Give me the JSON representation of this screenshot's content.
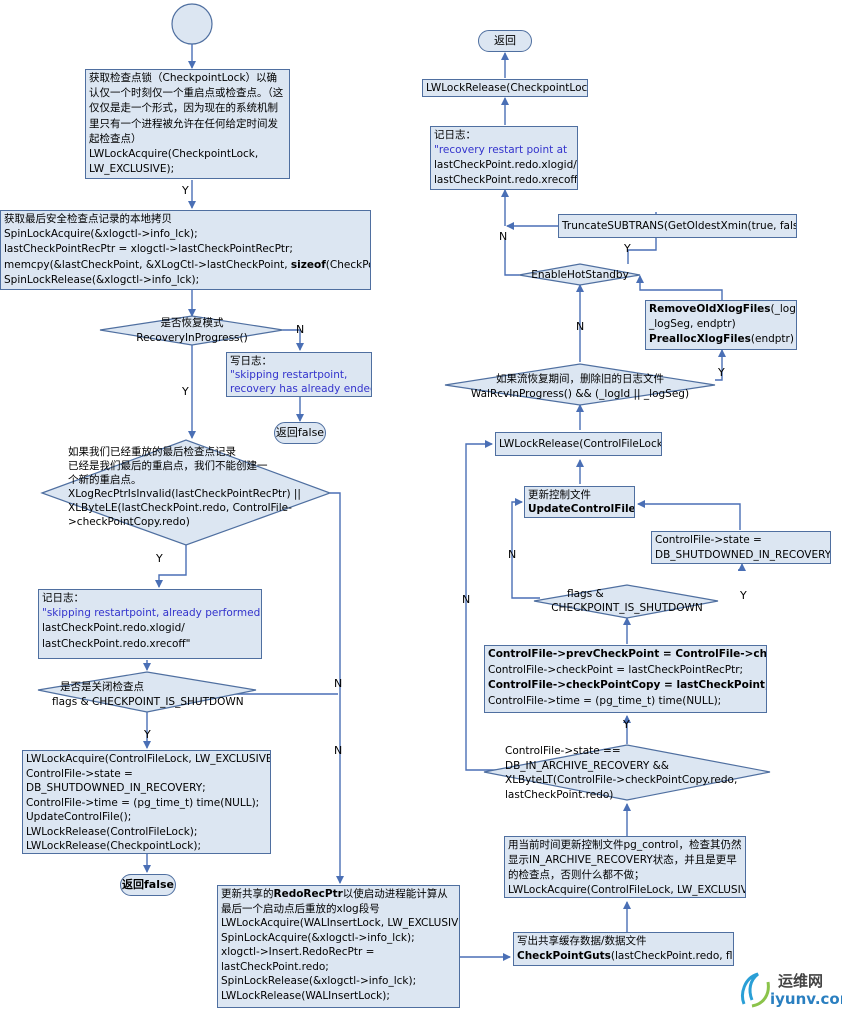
{
  "left": {
    "b1": [
      "获取检查点锁（CheckpointLock）以确认仅一个时刻仅一个重启点或检查点。（这仅仅是走一个形式，因为现在的系统机制里只有一个进程被允许在任何给定时间发起检查点）",
      "LWLockAcquire(CheckpointLock,",
      "LW_EXCLUSIVE);"
    ],
    "b2": [
      "获取最后安全检查点记录的本地拷贝",
      "SpinLockAcquire(&xlogctl->info_lck);",
      "lastCheckPointRecPtr = xlogctl->lastCheckPointRecPtr;",
      "memcpy(&lastCheckPoint, &XLogCtl->lastCheckPoint, ",
      "sizeof",
      "(CheckPoint));",
      "SpinLockRelease(&xlogctl->info_lck);"
    ],
    "d1": [
      "是否恢复模式",
      "RecoveryInProgress()"
    ],
    "log1": [
      "写日志：",
      "\"skipping restartpoint,",
      "recovery has already ended\""
    ],
    "ret1": "返回false",
    "d2": [
      "如果我们已经重放的最后检查点记录",
      "已经是我们最后的重启点，我们不能创建一",
      "个新的重启点。",
      "XLogRecPtrIsInvalid(lastCheckPointRecPtr) ||",
      "XLByteLE(lastCheckPoint.redo, ControlFile-",
      ">checkPointCopy.redo)"
    ],
    "log2": [
      "记日志：",
      "\"skipping restartpoint, already performed at",
      "lastCheckPoint.redo.xlogid/",
      "lastCheckPoint.redo.xrecoff\""
    ],
    "d3": [
      "是否是关闭检查点",
      "flags & CHECKPOINT_IS_SHUTDOWN"
    ],
    "b3": [
      "LWLockAcquire(ControlFileLock, LW_EXCLUSIVE);",
      "ControlFile->state =",
      "DB_SHUTDOWNED_IN_RECOVERY;",
      "ControlFile->time = (pg_time_t) time(NULL);",
      "UpdateControlFile();",
      "LWLockRelease(ControlFileLock);",
      "LWLockRelease(CheckpointLock);"
    ],
    "ret2": "返回false",
    "b4": [
      "更新共享的",
      "RedoRecPtr",
      "以使启动进程能计算从最后一个启动点后重放的xlog段号",
      "LWLockAcquire(WALInsertLock, LW_EXCLUSIVE);",
      "SpinLockAcquire(&xlogctl->info_lck);",
      "xlogctl->Insert.RedoRecPtr =",
      "lastCheckPoint.redo;",
      "SpinLockRelease(&xlogctl->info_lck);",
      "LWLockRelease(WALInsertLock);"
    ]
  },
  "right": {
    "ret": "返回",
    "b1": "LWLockRelease(CheckpointLock)",
    "log": [
      "记日志：",
      "\"recovery restart point at",
      "lastCheckPoint.redo.xlogid/",
      "lastCheckPoint.redo.xrecoff\""
    ],
    "trunc": "TruncateSUBTRANS(GetOldestXmin(true, false)",
    "d1": "EnableHotStandby",
    "rm": [
      "RemoveOldXlogFiles",
      "(_logId,",
      "_logSeg, endptr)",
      "PreallocXlogFiles",
      "(endptr)"
    ],
    "d2": [
      "如果流恢复期间，删除旧的日志文件",
      "WalRcvInProgress() && (_logId || _logSeg)"
    ],
    "rel": "LWLockRelease(ControlFileLock);",
    "upd": [
      "更新控制文件",
      "UpdateControlFile",
      "();"
    ],
    "state": [
      "ControlFile->state =",
      "DB_SHUTDOWNED_IN_RECOVERY;"
    ],
    "d3": [
      "flags &",
      "CHECKPOINT_IS_SHUTDOWN"
    ],
    "cf": [
      "ControlFile->prevCheckPoint = ControlFile->checkPoint;",
      "ControlFile->checkPoint = lastCheckPointRecPtr;",
      "ControlFile->checkPointCopy = lastCheckPoint;",
      "ControlFile->time = (pg_time_t) time(NULL);"
    ],
    "d4": [
      "ControlFile->state ==",
      "DB_IN_ARCHIVE_RECOVERY &&",
      "XLByteLT(ControlFile->checkPointCopy.redo,",
      "lastCheckPoint.redo)"
    ],
    "b5": [
      "用当前时间更新控制文件pg_control，检查其仍然显示IN_ARCHIVE_RECOVERY状态，并且是更早的检查点，否则什么都不做；",
      "LWLockAcquire(ControlFileLock, LW_EXCLUSIVE)"
    ],
    "b6": [
      "写出共享缓存数据/数据文件",
      "CheckPointGuts",
      "(lastCheckPoint.redo, flags)"
    ]
  },
  "labels": {
    "y": "Y",
    "n": "N"
  },
  "watermark": {
    "name": "运维网",
    "url": "iyunv.com"
  },
  "colors": {
    "fill": "#dce6f2",
    "stroke": "#4f6fa0",
    "line": "#4a6fb5",
    "blue_text": "#3333cc"
  }
}
